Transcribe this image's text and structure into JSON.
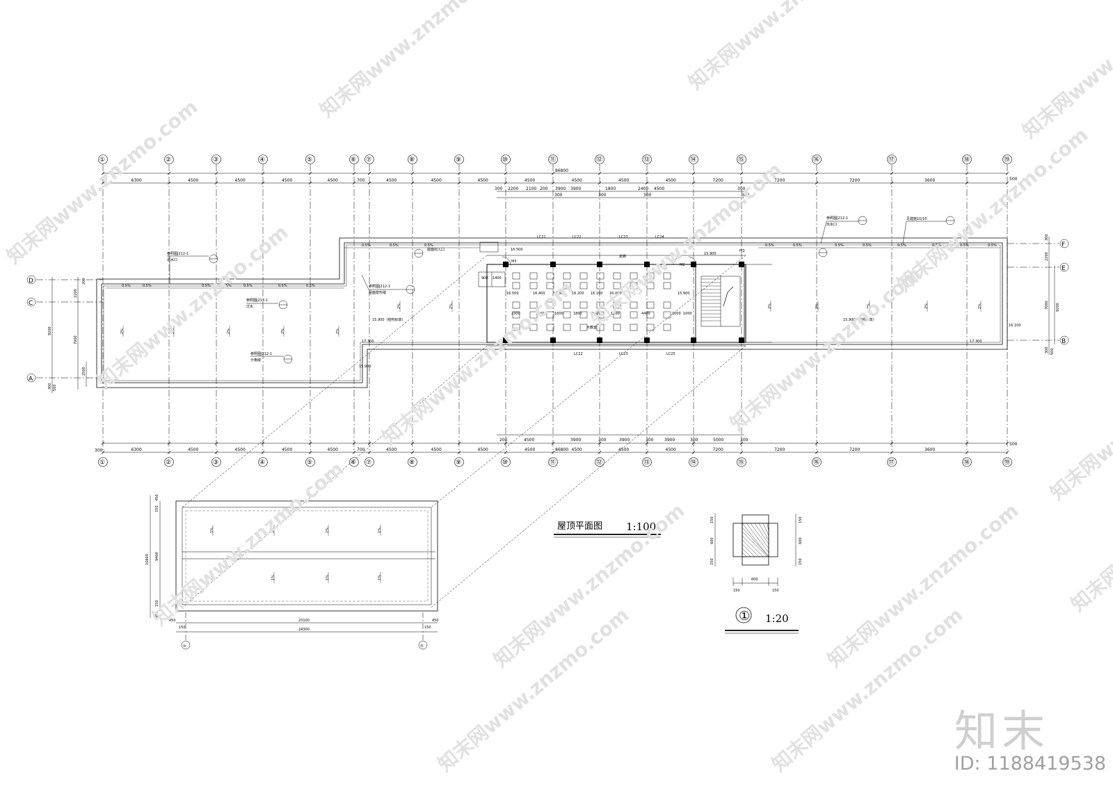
{
  "grid": {
    "axes_numbered": [
      "①",
      "②",
      "③",
      "④",
      "⑤",
      "⑥",
      "⑦",
      "⑧",
      "⑨",
      "⑩",
      "⑪",
      "⑫",
      "⑬",
      "⑭",
      "⑮",
      "⑯",
      "⑰",
      "⑱",
      "⑲"
    ],
    "rows_left": [
      "D",
      "C",
      "A"
    ],
    "rows_right": [
      "F",
      "E",
      "B"
    ],
    "detail_axes": [
      "⑩",
      "⑮"
    ]
  },
  "dimensions": {
    "total_top": "86800",
    "total_bottom": "86800",
    "top_bays": [
      "6300",
      "4500",
      "4500",
      "4500",
      "4500",
      "700",
      "4500",
      "4500",
      "4500",
      "4500",
      "4500",
      "4500",
      "4500",
      "7200",
      "7200",
      "7200",
      "3600"
    ],
    "top_end": "500",
    "top_sub": [
      "300",
      "2200",
      "2100",
      "200",
      "3900",
      "3900",
      "1800",
      "2400",
      "4500",
      "300"
    ],
    "top_sub2": [
      "300",
      "300",
      "300",
      "300"
    ],
    "bottom_bays": [
      "6300",
      "4500",
      "4500",
      "4500",
      "4500",
      "700",
      "4500",
      "4500",
      "4500",
      "4500",
      "4500",
      "4500",
      "4500",
      "7200",
      "7200",
      "7200",
      "3600"
    ],
    "bottom_start": "300",
    "bottom_end": "500",
    "bottom_sub": [
      "200",
      "4500",
      "3900",
      "300",
      "3900",
      "300",
      "3900",
      "300",
      "5000",
      "300"
    ],
    "left_vertical": [
      "200",
      "2200",
      "9200",
      "7000",
      "2500",
      "300",
      "500"
    ],
    "right_vertical": [
      "300",
      "2200",
      "9200",
      "7000",
      "300",
      "500"
    ],
    "mid_vertical": [
      "2500"
    ]
  },
  "labels": {
    "beams_top": [
      "LC21",
      "LC22",
      "LC23",
      "LC24"
    ],
    "beams_bottom": [
      "LC22",
      "LC23",
      "LC25"
    ],
    "corridor": "走廊",
    "hall": "大教室",
    "doors": [
      "M3",
      "M2",
      "M3"
    ],
    "ref_notes": [
      "参照图J212-1",
      "参照图J212-1",
      "参照图J212-1",
      "参照图J212-1",
      "参照图J212-1"
    ],
    "ref_sub": [
      "出水口",
      "泛水",
      "屋面变形缝",
      "分格缝",
      "屋面出入口",
      "出水口"
    ],
    "ref_right": "见建施10/10",
    "slopes": [
      "2%",
      "1%"
    ],
    "elev_struct": "15.900（结构标高）",
    "elevations": [
      "16.500",
      "16.400",
      "16.300",
      "16.200",
      "16.100",
      "16.000",
      "15.900",
      "17.300",
      "15.900",
      "16.100",
      "15.900",
      "17.300"
    ],
    "hall_dims": [
      "2300",
      "1800",
      "1600",
      "1800",
      "1800",
      "1800",
      "4400",
      "1000",
      "1000"
    ],
    "small_dims": [
      "900",
      "1400",
      "1000",
      "1000"
    ],
    "split_line": "0.5%"
  },
  "detail_plan": {
    "height_total": "10600",
    "height_parts": [
      "450",
      "150",
      "9400",
      "150",
      "450"
    ],
    "width_inner": "23100",
    "width_total": "24300",
    "width_edges": [
      "450",
      "150",
      "150",
      "450"
    ],
    "slope": "1%"
  },
  "titles": {
    "main_title": "屋顶平面图",
    "main_scale": "1:100",
    "detail_number": "①",
    "detail_scale": "1:20"
  },
  "column_detail": {
    "dims_left": [
      "150",
      "600",
      "150"
    ],
    "dims_right": [
      "150",
      "600",
      "150"
    ],
    "dims_bottom": [
      "150",
      "600",
      "150"
    ]
  },
  "watermark": {
    "brand": "知末",
    "id": "ID: 1188419538",
    "site": "知末网www.znzmo.com"
  },
  "colors": {
    "line": "#000000",
    "watermark": "#d0d0d0"
  }
}
